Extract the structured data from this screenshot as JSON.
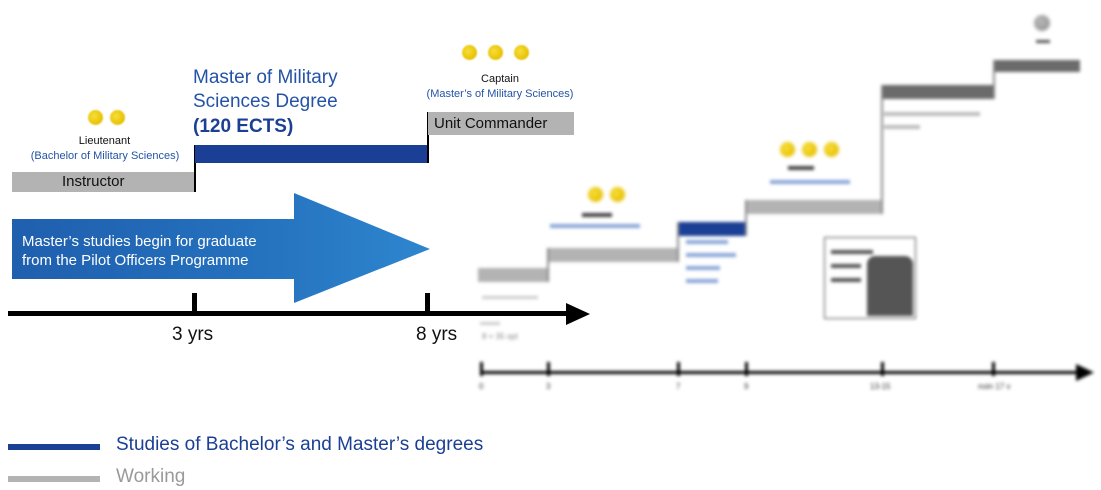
{
  "left": {
    "lieutenant": {
      "title": "Lieutenant",
      "subtitle": "(Bachelor of Military Sciences)"
    },
    "instructor": "Instructor",
    "degree": {
      "line1": "Master of Military",
      "line2": "Sciences Degree",
      "credits": "(120 ECTS)"
    },
    "captain": {
      "title": "Captain",
      "subtitle": "(Master’s of Military Sciences)"
    },
    "unit_commander": "Unit Commander",
    "arrow_text": {
      "line1": "Master’s studies begin for graduate",
      "line2": "from the Pilot Officers Programme"
    },
    "ticks": [
      "3 yrs",
      "8 yrs"
    ]
  },
  "right_blurred": {
    "timeline_ticks": [
      "0",
      "3",
      "7",
      "9",
      "13-15",
      "noin 17 v"
    ],
    "cadet_label": "8 + 35 opt"
  },
  "legend": [
    {
      "label": "Studies of Bachelor’s and Master’s degrees",
      "color": "#1b3f94"
    },
    {
      "label": "Working",
      "color": "#b3b3b3"
    }
  ]
}
